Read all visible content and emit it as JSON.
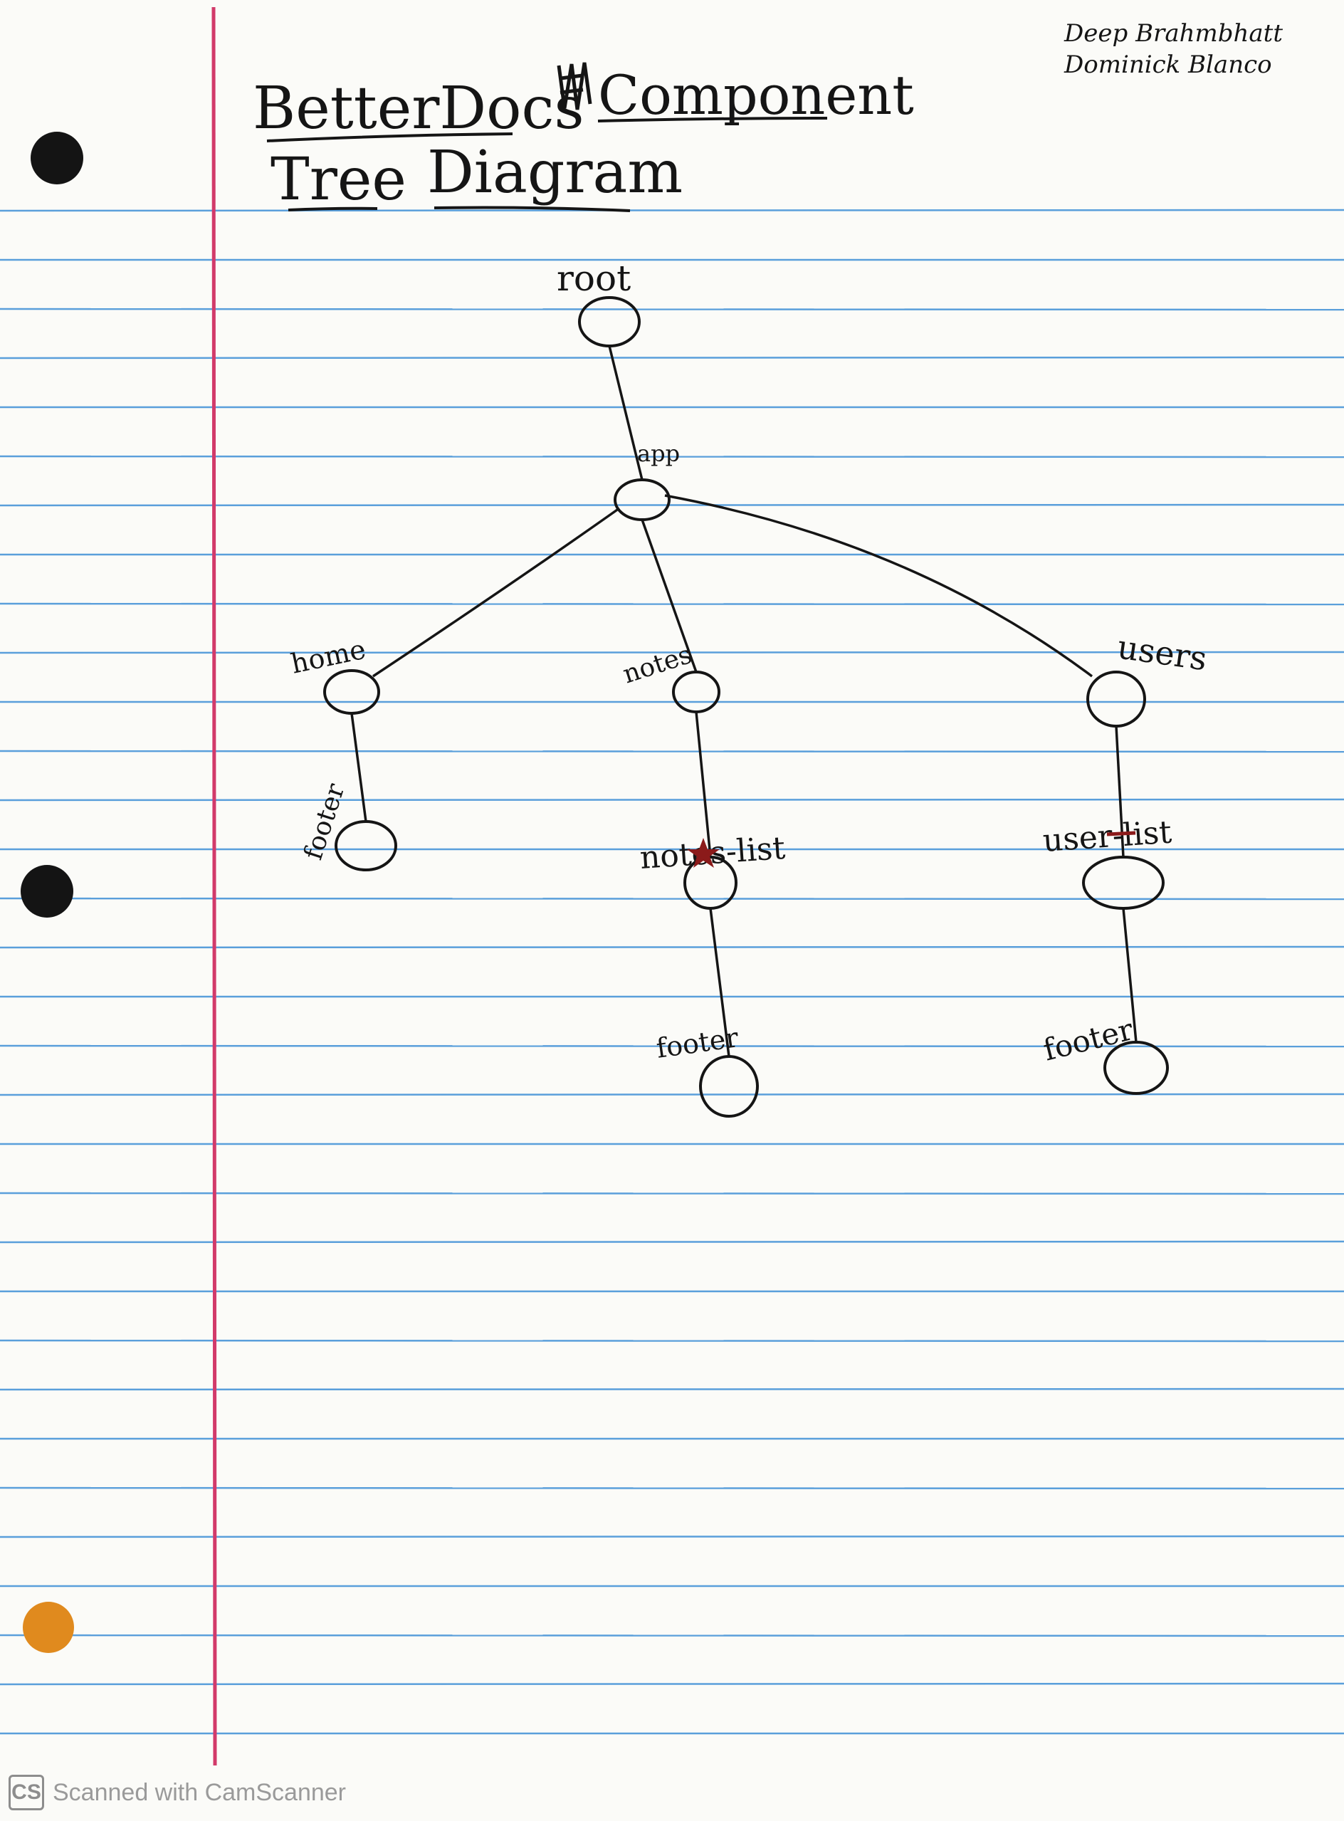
{
  "title": {
    "line1_word1": "BetterDocs",
    "line1_word2": "Component",
    "line2_word1": "Tree",
    "line2_word2": "Diagram"
  },
  "authors": [
    "Deep Brahmbhatt",
    "Dominick Blanco"
  ],
  "colors": {
    "ink": "#151515",
    "rule_line": "#3f8fd6",
    "margin_line": "#d23a6a",
    "red_mark": "#8b1a1a",
    "hole_black": "#141414",
    "hole_orange": "#e08a1e"
  },
  "tree": {
    "nodes": [
      {
        "id": "root",
        "label": "root",
        "parent": null
      },
      {
        "id": "app",
        "label": "app",
        "parent": "root"
      },
      {
        "id": "home",
        "label": "home",
        "parent": "app"
      },
      {
        "id": "notes",
        "label": "notes",
        "parent": "app"
      },
      {
        "id": "users",
        "label": "users",
        "parent": "app"
      },
      {
        "id": "home-footer",
        "label": "footer",
        "parent": "home"
      },
      {
        "id": "notes-list",
        "label": "notes-list",
        "parent": "notes"
      },
      {
        "id": "notes-footer",
        "label": "footer",
        "parent": "notes-list"
      },
      {
        "id": "user-list",
        "label": "user-list",
        "parent": "users"
      },
      {
        "id": "users-footer",
        "label": "footer",
        "parent": "user-list"
      }
    ]
  },
  "watermark": {
    "badge": "CS",
    "text": "Scanned with CamScanner"
  }
}
